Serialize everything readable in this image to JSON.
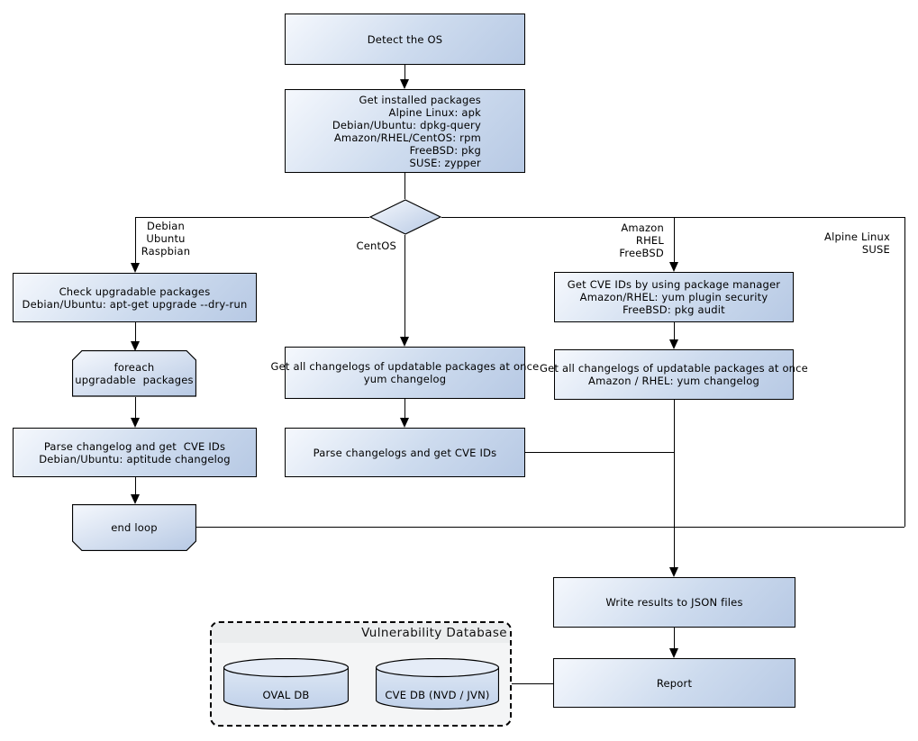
{
  "colors": {
    "node_gradient_start": "#f5f8fd",
    "node_gradient_end": "#b7c9e4",
    "node_border": "#000000",
    "line": "#000000",
    "container_fill": "#f4f5f6",
    "container_header": "#ebedee",
    "cylinder_top": "#e5ecf7",
    "background": "#ffffff"
  },
  "nodes": {
    "detect_os": {
      "text": "Detect the OS"
    },
    "get_installed_packages": {
      "text": "Get installed packages\nAlpine Linux: apk\nDebian/Ubuntu: dpkg-query\nAmazon/RHEL/CentOS: rpm\nFreeBSD: pkg\nSUSE: zypper"
    },
    "check_upgradable": {
      "text": "Check upgradable packages\nDebian/Ubuntu: apt-get upgrade --dry-run"
    },
    "foreach_loop": {
      "text": "foreach\nupgradable  packages"
    },
    "parse_changelog_debian": {
      "text": "Parse changelog and get  CVE IDs\nDebian/Ubuntu: aptitude changelog"
    },
    "end_loop": {
      "text": "end loop"
    },
    "changelogs_centos": {
      "text": "Get all changelogs of updatable packages at once\nyum changelog"
    },
    "parse_changelogs_centos": {
      "text": "Parse changelogs and get CVE IDs"
    },
    "cve_ids_pkg_manager": {
      "text": "Get CVE IDs by using package manager\nAmazon/RHEL: yum plugin security\nFreeBSD: pkg audit"
    },
    "changelogs_amazon": {
      "text": "Get all changelogs of updatable packages at once\nAmazon / RHEL: yum changelog"
    },
    "write_json": {
      "text": "Write results to JSON files"
    },
    "report": {
      "text": "Report"
    }
  },
  "branch_labels": {
    "debian": "Debian\nUbuntu\nRaspbian",
    "centos": "CentOS",
    "amazon": "Amazon\nRHEL\nFreeBSD",
    "alpine": "Alpine Linux\nSUSE"
  },
  "database": {
    "title": "Vulnerability Database",
    "oval_db": "OVAL DB",
    "cve_db": "CVE DB (NVD / JVN)"
  }
}
